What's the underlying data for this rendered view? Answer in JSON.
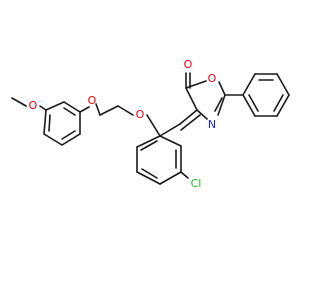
{
  "colors": {
    "carbon": "#1a1a1a",
    "oxygen": "#e8000b",
    "nitrogen": "#2020ff",
    "chlorine": "#1fbf1f"
  },
  "labels": {
    "o_methoxy": "O",
    "o_ether_1": "O",
    "o_ether_2": "O",
    "o_carbonyl": "O",
    "o_ring": "O",
    "n_ring": "N",
    "cl": "Cl"
  }
}
